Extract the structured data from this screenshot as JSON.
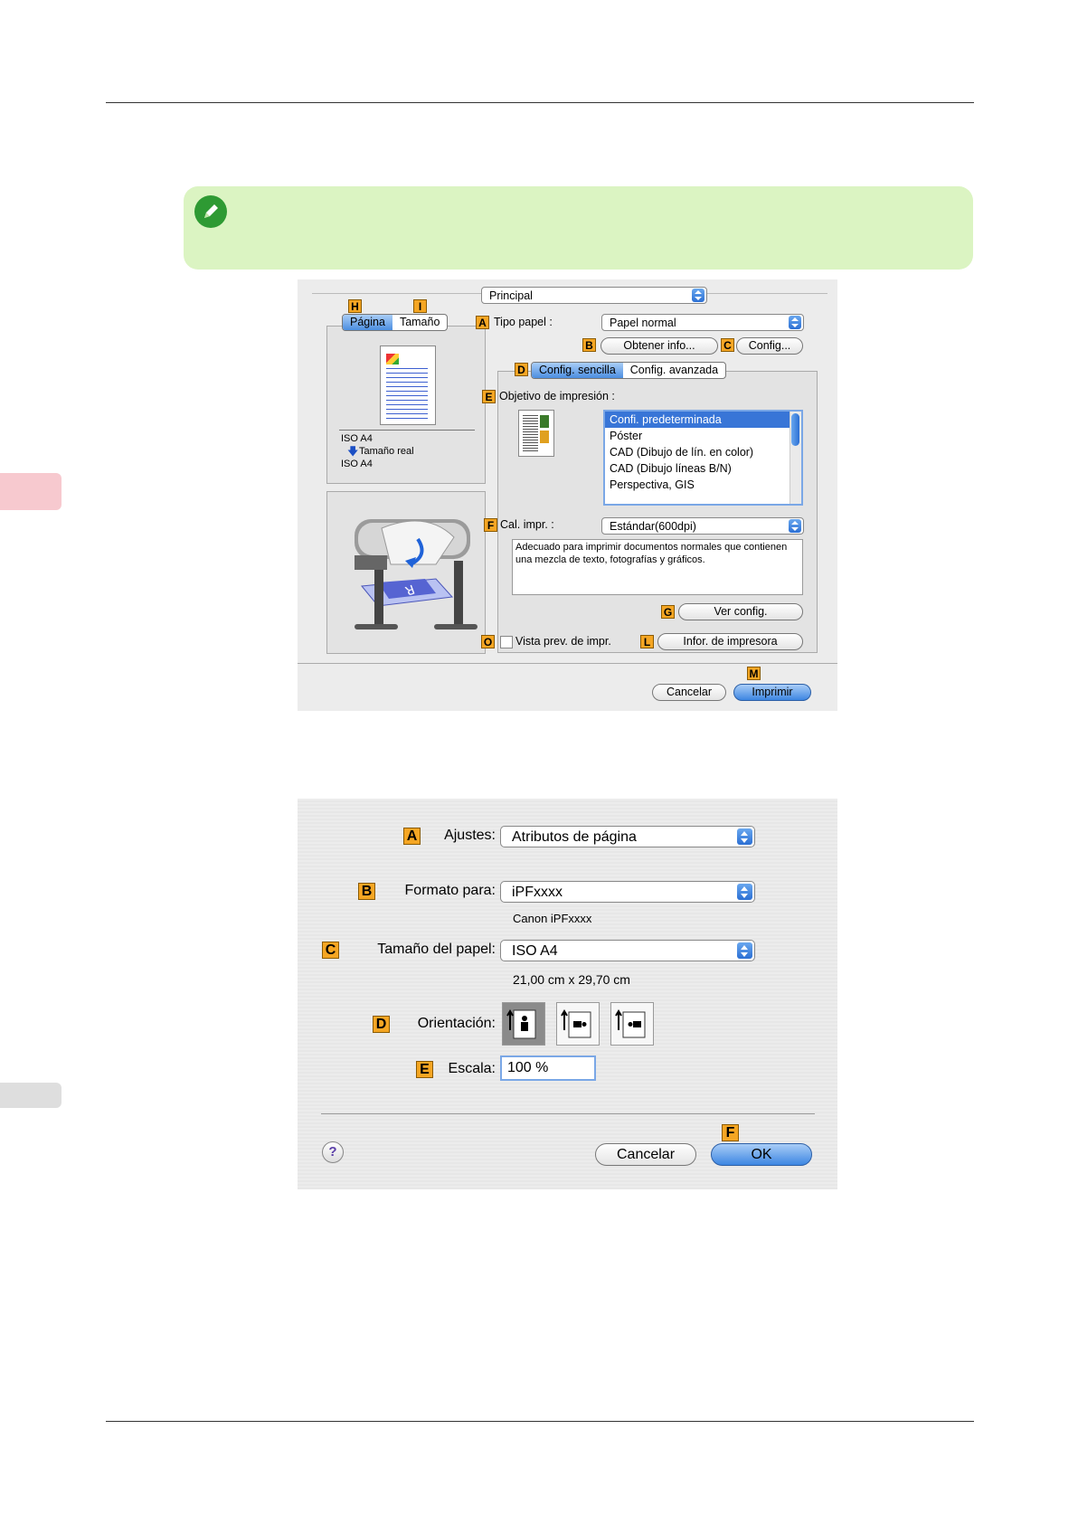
{
  "note": {
    "icon": "pencil-note-icon"
  },
  "dialog1": {
    "panel_selector": "Principal",
    "tag_h": "H",
    "tag_i": "I",
    "tabs_left": [
      "Página",
      "Tamaño"
    ],
    "preview_media_from": "ISO A4",
    "preview_scale": "Tamaño real",
    "preview_media_to": "ISO A4",
    "tag_a": "A",
    "paper_type_label": "Tipo papel :",
    "paper_type_value": "Papel normal",
    "tag_b": "B",
    "get_info_label": "Obtener info...",
    "tag_c": "C",
    "config_label": "Config...",
    "tag_d": "D",
    "tabs_mode": [
      "Config. sencilla",
      "Config. avanzada"
    ],
    "tag_e": "E",
    "print_target_label": "Objetivo de impresión :",
    "print_targets": [
      "Confi. predeterminada",
      "Póster",
      "CAD (Dibujo de lín. en color)",
      "CAD (Dibujo líneas B/N)",
      "Perspectiva, GIS"
    ],
    "tag_f": "F",
    "quality_label": "Cal. impr. :",
    "quality_value": "Estándar(600dpi)",
    "description": "Adecuado para imprimir documentos normales que contienen una mezcla de texto, fotografías y gráficos.",
    "tag_g": "G",
    "view_config_label": "Ver config.",
    "tag_o": "O",
    "preview_checkbox_label": "Vista prev. de impr.",
    "tag_l": "L",
    "printer_info_label": "Infor. de impresora",
    "tag_m": "M",
    "cancel_label": "Cancelar",
    "print_label": "Imprimir"
  },
  "dialog2": {
    "tag_a": "A",
    "settings_label": "Ajustes:",
    "settings_value": "Atributos de página",
    "tag_b": "B",
    "format_label": "Formato para:",
    "format_value": "iPFxxxx",
    "format_sub": "Canon iPFxxxx",
    "tag_c": "C",
    "paper_size_label": "Tamaño del papel:",
    "paper_size_value": "ISO A4",
    "paper_size_sub": "21,00 cm x 29,70 cm",
    "tag_d": "D",
    "orientation_label": "Orientación:",
    "orientation_options": [
      "portrait-icon",
      "landscape-left-icon",
      "landscape-right-icon"
    ],
    "orientation_selected": 0,
    "tag_e": "E",
    "scale_label": "Escala:",
    "scale_value": "100 %",
    "tag_f": "F",
    "help_label": "?",
    "cancel_label": "Cancelar",
    "ok_label": "OK"
  }
}
